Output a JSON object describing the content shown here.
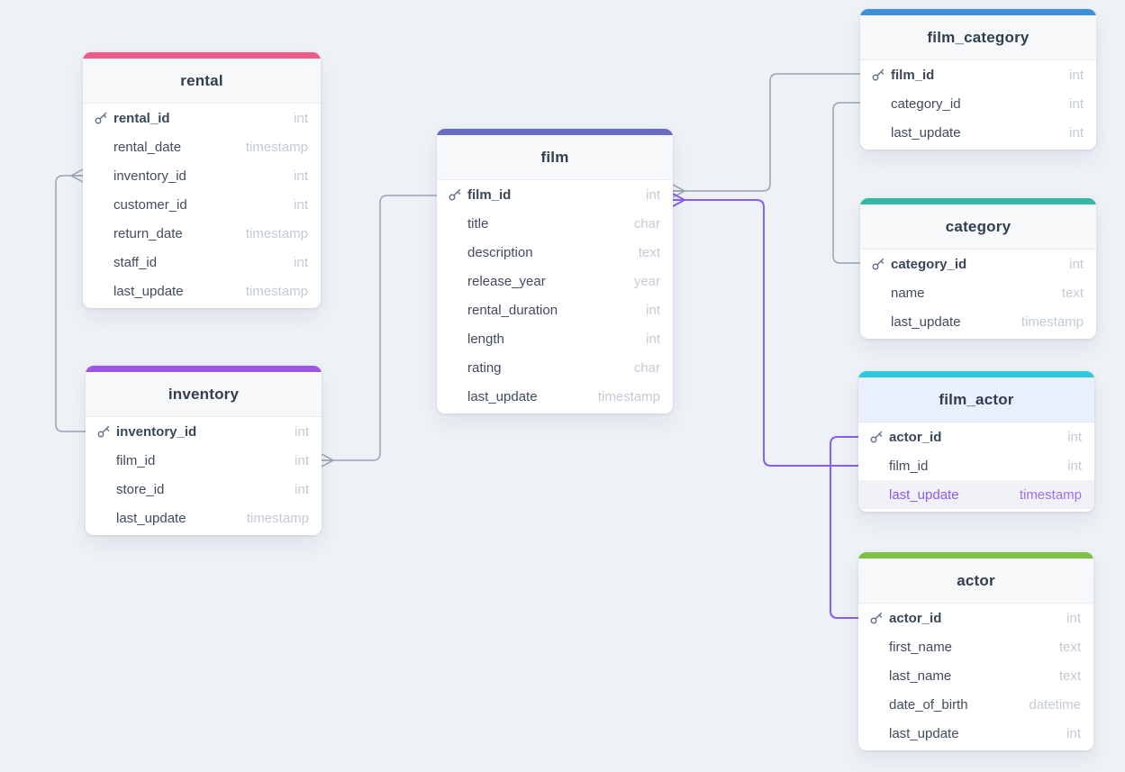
{
  "app": {
    "type": "database-er-diagram"
  },
  "canvas": {
    "background": "#edf2f7"
  },
  "colors": {
    "line_default": "#9aa3b2",
    "line_highlight": "#8b5cf6",
    "field_type_text": "#c3cad6",
    "highlighted_field_text": "#8e57f1"
  },
  "tables": {
    "rental": {
      "name": "rental",
      "color": "#ee5c8c",
      "fields": [
        {
          "name": "rental_id",
          "type": "int",
          "pk": true
        },
        {
          "name": "rental_date",
          "type": "timestamp",
          "pk": false
        },
        {
          "name": "inventory_id",
          "type": "int",
          "pk": false
        },
        {
          "name": "customer_id",
          "type": "int",
          "pk": false
        },
        {
          "name": "return_date",
          "type": "timestamp",
          "pk": false
        },
        {
          "name": "staff_id",
          "type": "int",
          "pk": false
        },
        {
          "name": "last_update",
          "type": "timestamp",
          "pk": false
        }
      ]
    },
    "inventory": {
      "name": "inventory",
      "color": "#9c55e4",
      "fields": [
        {
          "name": "inventory_id",
          "type": "int",
          "pk": true
        },
        {
          "name": "film_id",
          "type": "int",
          "pk": false
        },
        {
          "name": "store_id",
          "type": "int",
          "pk": false
        },
        {
          "name": "last_update",
          "type": "timestamp",
          "pk": false
        }
      ]
    },
    "film": {
      "name": "film",
      "color": "#666dc7",
      "fields": [
        {
          "name": "film_id",
          "type": "int",
          "pk": true
        },
        {
          "name": "title",
          "type": "char",
          "pk": false
        },
        {
          "name": "description",
          "type": "text",
          "pk": false
        },
        {
          "name": "release_year",
          "type": "year",
          "pk": false
        },
        {
          "name": "rental_duration",
          "type": "int",
          "pk": false
        },
        {
          "name": "length",
          "type": "int",
          "pk": false
        },
        {
          "name": "rating",
          "type": "char",
          "pk": false
        },
        {
          "name": "last_update",
          "type": "timestamp",
          "pk": false
        }
      ]
    },
    "film_category": {
      "name": "film_category",
      "color": "#3e90da",
      "fields": [
        {
          "name": "film_id",
          "type": "int",
          "pk": true
        },
        {
          "name": "category_id",
          "type": "int",
          "pk": false
        },
        {
          "name": "last_update",
          "type": "int",
          "pk": false
        }
      ]
    },
    "category": {
      "name": "category",
      "color": "#35b7a5",
      "fields": [
        {
          "name": "category_id",
          "type": "int",
          "pk": true
        },
        {
          "name": "name",
          "type": "text",
          "pk": false
        },
        {
          "name": "last_update",
          "type": "timestamp",
          "pk": false
        }
      ]
    },
    "film_actor": {
      "name": "film_actor",
      "color": "#2fc8df",
      "highlighted": true,
      "fields": [
        {
          "name": "actor_id",
          "type": "int",
          "pk": true
        },
        {
          "name": "film_id",
          "type": "int",
          "pk": false
        },
        {
          "name": "last_update",
          "type": "timestamp",
          "pk": false,
          "highlighted": true
        }
      ]
    },
    "actor": {
      "name": "actor",
      "color": "#7dc244",
      "fields": [
        {
          "name": "actor_id",
          "type": "int",
          "pk": true
        },
        {
          "name": "first_name",
          "type": "text",
          "pk": false
        },
        {
          "name": "last_name",
          "type": "text",
          "pk": false
        },
        {
          "name": "date_of_birth",
          "type": "datetime",
          "pk": false
        },
        {
          "name": "last_update",
          "type": "int",
          "pk": false
        }
      ]
    }
  },
  "relationships": [
    {
      "endpoints": [
        "inventory.inventory_id",
        "rental.inventory_id"
      ],
      "crow_foot_at": "rental.inventory_id",
      "highlighted": false
    },
    {
      "endpoints": [
        "film.film_id",
        "inventory.film_id"
      ],
      "crow_foot_at": "inventory.film_id",
      "highlighted": false
    },
    {
      "endpoints": [
        "film_category.film_id",
        "film.film_id"
      ],
      "crow_foot_at": "film.film_id",
      "highlighted": false
    },
    {
      "endpoints": [
        "film_actor.film_id",
        "film.film_id"
      ],
      "crow_foot_at": "film.film_id",
      "highlighted": true
    },
    {
      "endpoints": [
        "film_category.category_id",
        "category.category_id"
      ],
      "crow_foot_at": null,
      "highlighted": false
    },
    {
      "endpoints": [
        "film_actor.actor_id",
        "actor.actor_id"
      ],
      "crow_foot_at": null,
      "highlighted": true
    }
  ]
}
